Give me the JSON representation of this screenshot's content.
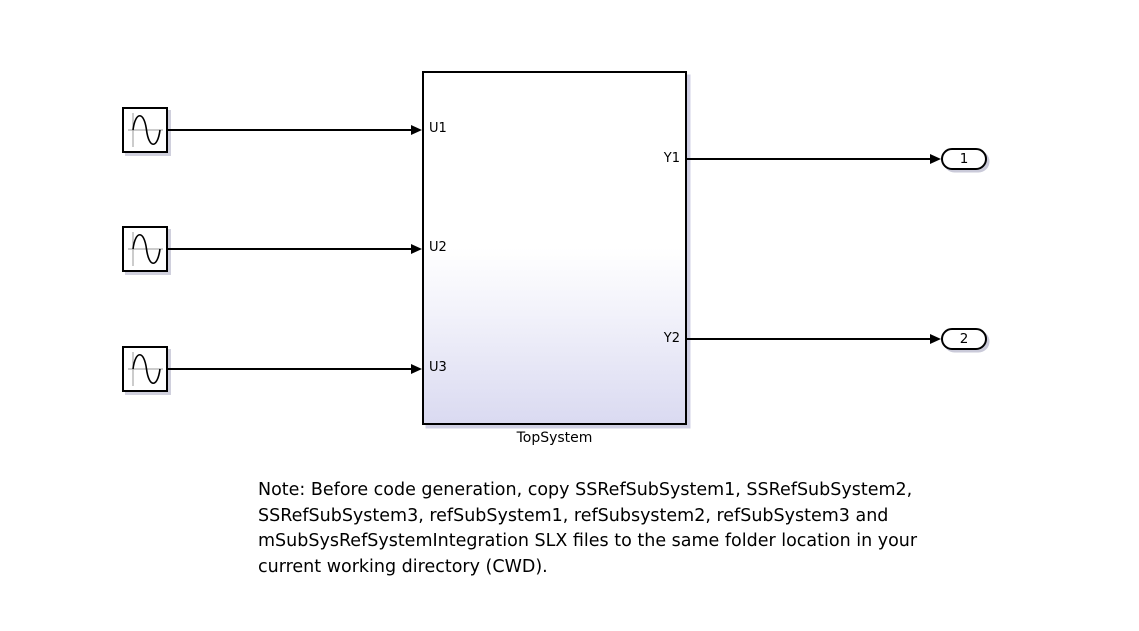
{
  "diagram": {
    "subsystem": {
      "name": "TopSystem",
      "input_ports": [
        {
          "label": "U1"
        },
        {
          "label": "U2"
        },
        {
          "label": "U3"
        }
      ],
      "output_ports": [
        {
          "label": "Y1"
        },
        {
          "label": "Y2"
        }
      ]
    },
    "sources": [
      {
        "type": "sine-wave"
      },
      {
        "type": "sine-wave"
      },
      {
        "type": "sine-wave"
      }
    ],
    "outports": [
      {
        "label": "1"
      },
      {
        "label": "2"
      }
    ],
    "colors": {
      "background": "#ffffff",
      "block_border": "#000000",
      "subsystem_fill_top": "#ffffff",
      "subsystem_fill_bottom": "#dadaf1",
      "block_shadow": "#b4b4cf",
      "signal_line": "#000000",
      "icon_axis_gray": "#999999"
    }
  },
  "note": {
    "lines": [
      "Note: Before code generation, copy SSRefSubSystem1, SSRefSubSystem2,",
      "SSRefSubSystem3, refSubSystem1, refSubsystem2, refSubSystem3 and",
      "mSubSysRefSystemIntegration SLX files to the same folder location in your",
      "current working directory (CWD)."
    ]
  }
}
